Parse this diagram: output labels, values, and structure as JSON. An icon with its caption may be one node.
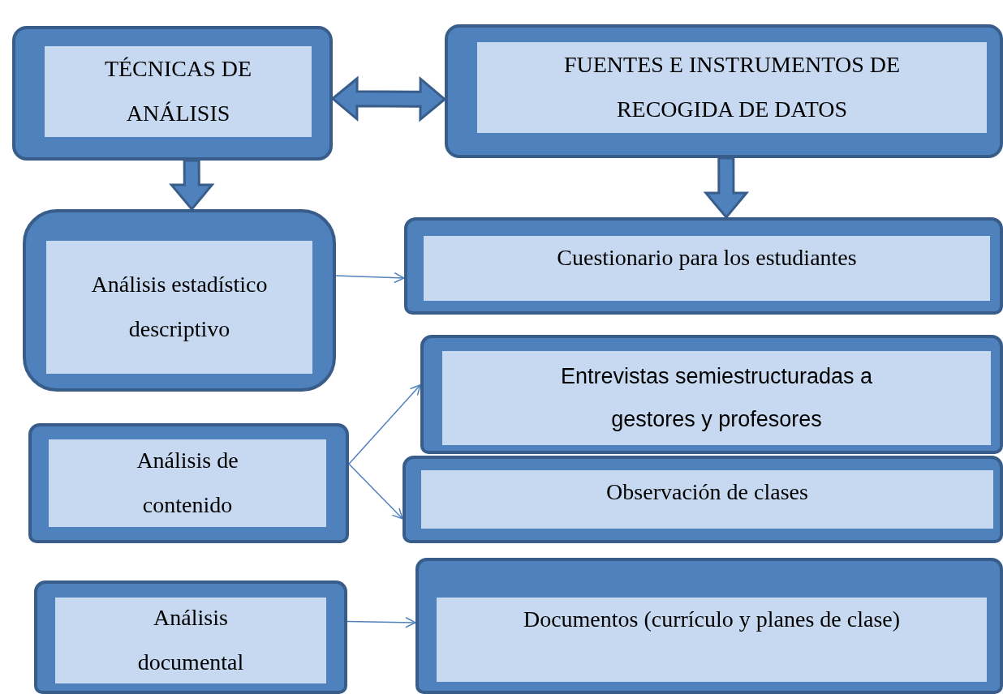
{
  "diagram": {
    "nodes": [
      {
        "text": [
          "TÉCNICAS DE ANÁLISIS"
        ]
      },
      {
        "text": [
          "FUENTES E INSTRUMENTOS DE RECOGIDA DE DATOS"
        ]
      },
      {
        "text": [
          "Análisis estadístico descriptivo"
        ]
      },
      {
        "text": [
          "Cuestionario para los estudiantes"
        ]
      },
      {
        "text": [
          "Análisis de contenido"
        ]
      },
      {
        "text": [
          "Entrevistas semiestructuradas a gestores y profesores"
        ]
      },
      {
        "text": [
          "Observación de clases"
        ]
      },
      {
        "text": [
          "Análisis documental"
        ]
      },
      {
        "text": [
          "Documentos (currículo y planes de clase)"
        ]
      }
    ],
    "edges": [
      {
        "from": 0,
        "to": 1,
        "arrow": "both",
        "style": "thick"
      },
      {
        "from": 0,
        "to": 2,
        "arrow": "to",
        "style": "thick"
      },
      {
        "from": 1,
        "to": 3,
        "arrow": "to",
        "style": "thick"
      },
      {
        "from": 2,
        "to": 3,
        "arrow": "to"
      },
      {
        "from": 4,
        "to": 5,
        "arrow": "to"
      },
      {
        "from": 4,
        "to": 6,
        "arrow": "to"
      },
      {
        "from": 7,
        "to": 8,
        "arrow": "to"
      }
    ]
  }
}
